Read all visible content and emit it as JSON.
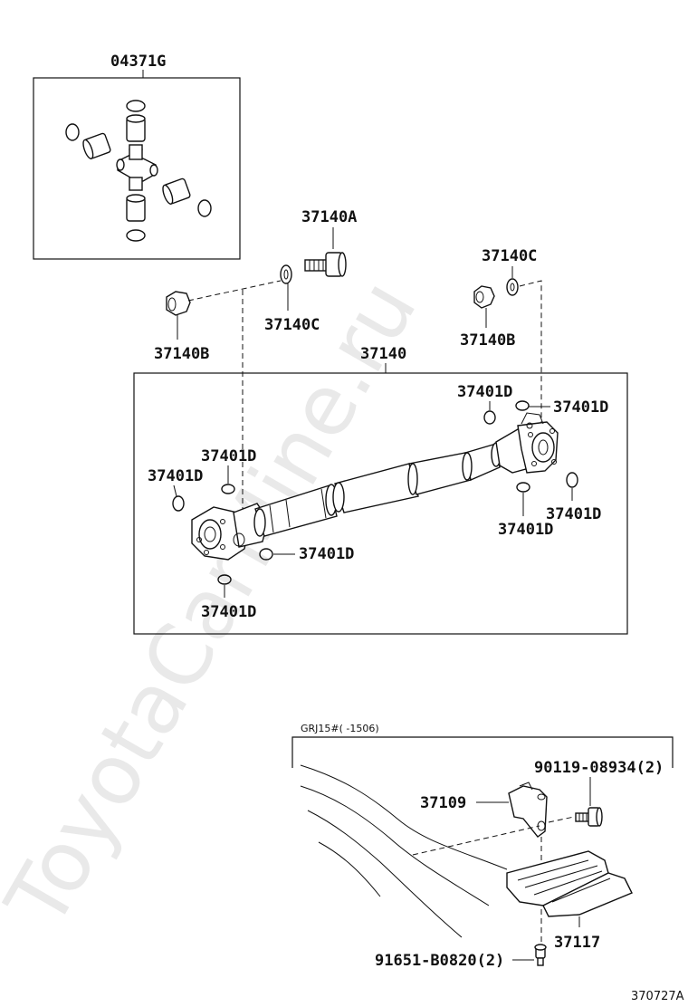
{
  "watermark": "ToyotaCarMine.ru",
  "kit": {
    "label": "04371G"
  },
  "bolt": {
    "label": "37140A"
  },
  "washer_left": {
    "label": "37140C"
  },
  "washer_right": {
    "label": "37140C"
  },
  "nut_left": {
    "label": "37140B"
  },
  "nut_right": {
    "label": "37140B"
  },
  "shaft": {
    "label": "37140"
  },
  "clip_labels": {
    "top_center": "37401D",
    "top_right": "37401D",
    "left_upper": "37401D",
    "left": "37401D",
    "left_bottom": "37401D",
    "right_bottom": "37401D",
    "right_lower": "37401D",
    "bottom_mid": "37401D"
  },
  "lower": {
    "condition": "GRJ15#(   -1506)",
    "bracket_label": "37109",
    "bolt_label": "90119-08934(2)",
    "guard_label": "37117",
    "lower_bolt_label": "91651-B0820(2)"
  },
  "figure_code": "370727A"
}
